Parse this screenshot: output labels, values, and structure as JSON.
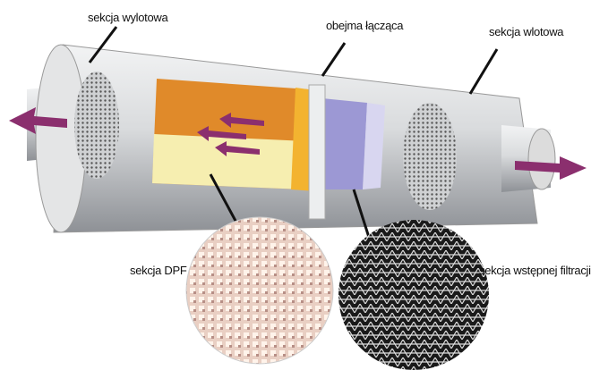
{
  "labels": {
    "outlet": "sekcja wylotowa",
    "clamp": "obejma łącząca",
    "inlet": "sekcja wlotowa",
    "dpf": "sekcja DPF",
    "prefilter": "sekcja wstępnej filtracji"
  },
  "colors": {
    "arrow": "#8b2f6e",
    "dpf_top": "#e08a2a",
    "dpf_bottom": "#f6eeb0",
    "prefilter": "#9c98d4",
    "metal": "#d4d6d8"
  }
}
